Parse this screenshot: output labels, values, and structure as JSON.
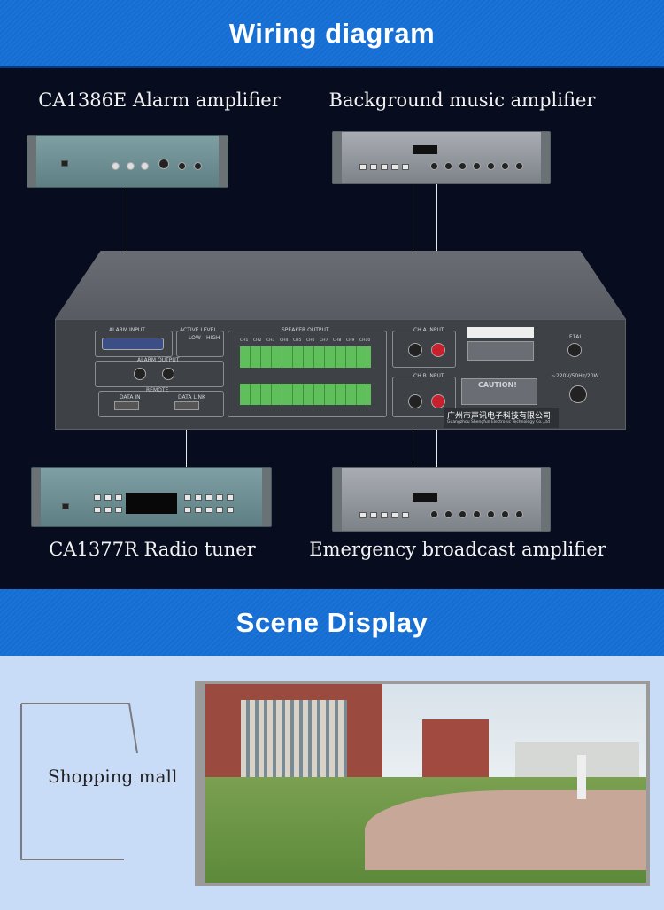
{
  "sections": {
    "wiring_title": "Wiring diagram",
    "scene_title": "Scene Display"
  },
  "devices": {
    "alarm_amp": "CA1386E Alarm amplifier",
    "bgm_amp": "Background music amplifier",
    "radio_tuner": "CA1377R Radio tuner",
    "emergency_amp": "Emergency broadcast amplifier"
  },
  "rear_panel": {
    "alarm_input": "ALARM INPUT",
    "active_level": "ACTIVE LEVEL",
    "low": "LOW",
    "high": "HIGH",
    "alarm_output": "ALARM OUTPUT",
    "remote": "REMOTE",
    "data_in": "DATA IN",
    "data_link": "DATA LINK",
    "speaker_output": "SPEAKER OUTPUT",
    "channels": [
      "CH1",
      "CH2",
      "CH3",
      "CH4",
      "CH5",
      "CH6",
      "CH7",
      "CH8",
      "CH9",
      "CH10"
    ],
    "ch_a": "CH A INPUT",
    "ch_b": "CH B INPUT",
    "caution": "CAUTION!",
    "fuse": "F1AL",
    "power": "~220V/50Hz/20W",
    "company_cn": "广州市声讯电子科技有限公司",
    "company_en": "Guangzhou Shengfun Electronic Technology Co.,Ltd"
  },
  "scene": {
    "caption": "Shopping mall"
  },
  "colors": {
    "banner": "#1a74d8",
    "dark_bg": "#070c1f",
    "light_bg": "#c9dcf7"
  }
}
